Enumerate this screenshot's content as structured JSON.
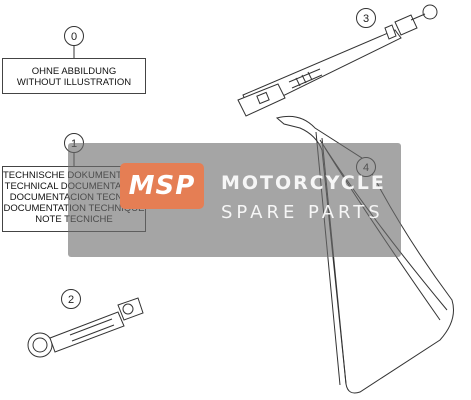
{
  "diagram": {
    "callouts": [
      "0",
      "1",
      "2",
      "3",
      "4"
    ],
    "box0": {
      "lines": [
        "OHNE ABBILDUNG",
        "WITHOUT ILLUSTRATION"
      ]
    },
    "box1": {
      "lines": [
        "TECHNISCHE DOKUMENTATION",
        "TECHNICAL DOCUMENTATION",
        "DOCUMENTACION TECNICA",
        "DOCUMENTATION TECHNIQUE",
        "NOTE TECNICHE"
      ]
    }
  },
  "watermark": {
    "logo_text": "MSP",
    "line1": "MOTORCYCLE",
    "line2": "SPARE PARTS",
    "color_logo": "#e57e54",
    "color_band": "#6e6e6e"
  }
}
